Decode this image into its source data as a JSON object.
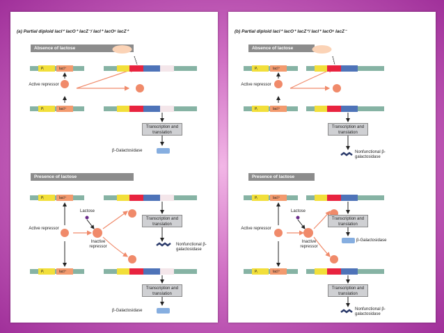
{
  "slide": {
    "accent_color": "#b040a8"
  },
  "panel_a": {
    "title": "(a)  Partial diploid  lacI⁺ lacO⁺ lacZ⁻/ lacI⁺ lacOᶜ lacZ⁺",
    "absence_header": "Absence of lactose",
    "presence_header": "Presence of lactose",
    "labels": {
      "pi": "Pᵢ",
      "laci": "lacI⁺",
      "active_repressor": "Active repressor",
      "inactive_repressor": "Inactive repressor",
      "lactose": "Lactose",
      "transcription": "Transcription and translation",
      "b_gal": "β-Galactosidase",
      "nonfunctional": "Nonfunctional β-galactosidase"
    }
  },
  "panel_b": {
    "title": "(b)  Partial diploid  lacI⁺ lacO⁺ lacZ⁺/ lacI⁺ lacOᶜ lacZ⁻",
    "absence_header": "Absence of lactose",
    "presence_header": "Presence of lactose",
    "labels": {
      "pi": "Pᵢ",
      "laci": "lacI⁺",
      "active_repressor": "Active repressor",
      "inactive_repressor": "Inactive repressor",
      "lactose": "Lactose",
      "transcription": "Transcription and translation",
      "b_gal": "β-Galactosidase",
      "nonfunctional": "Nonfunctional β-galactosidase"
    }
  },
  "colors": {
    "dna": "#86b3a4",
    "promoter": "#f2df3a",
    "laci_gene": "#f39a6e",
    "operator": "#e8233f",
    "lacz": "#4e73b8",
    "repressor": "#f08a6a",
    "arrow": "#f08a6a",
    "box": "#cfd0d3",
    "product": "#86aee0",
    "lactose": "#6a2a8a"
  }
}
